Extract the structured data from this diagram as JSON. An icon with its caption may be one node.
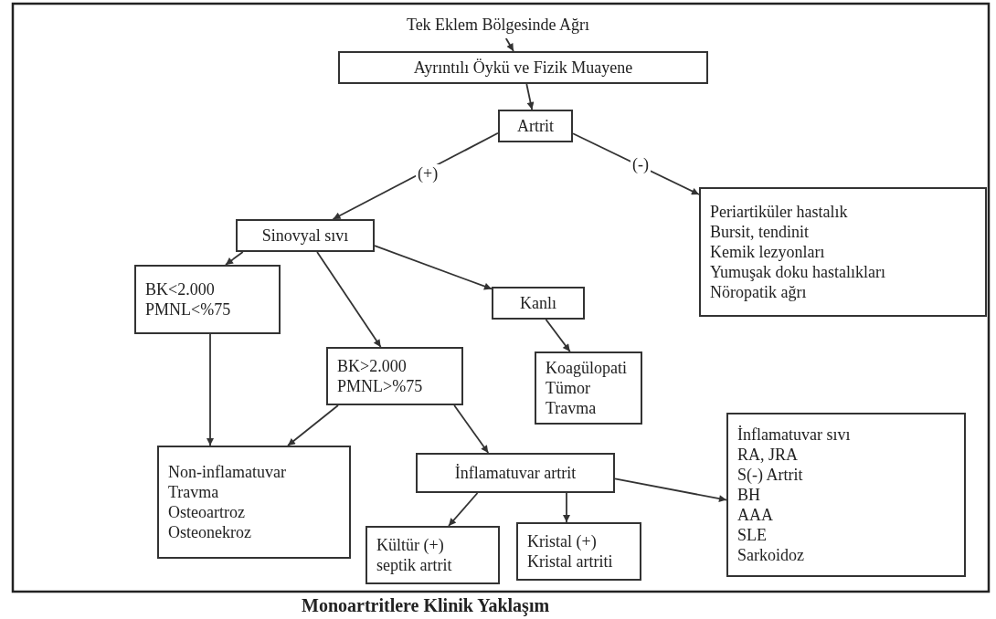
{
  "diagram": {
    "caption": "Monoartritlere Klinik Yaklaşım",
    "nodes": [
      {
        "text": [
          "Tek Eklem Bölgesinde Ağrı"
        ]
      },
      {
        "text": [
          "Ayrıntılı Öykü ve Fizik Muayene"
        ]
      },
      {
        "text": [
          "Artrit"
        ]
      },
      {
        "text": [
          "Sinovyal sıvı"
        ]
      },
      {
        "text": [
          "Periartiküler hastalık",
          "Bursit, tendinit",
          "Kemik lezyonları",
          "Yumuşak doku hastalıkları",
          "Nöropatik ağrı"
        ]
      },
      {
        "text": [
          "Kanlı"
        ]
      },
      {
        "text": [
          "BK<2.000",
          "PMNL<%75"
        ]
      },
      {
        "text": [
          "BK>2.000",
          "PMNL>%75"
        ]
      },
      {
        "text": [
          "Koagülopati",
          "Tümor",
          "Travma"
        ]
      },
      {
        "text": [
          "İnflamatuvar sıvı",
          "RA, JRA",
          "S(-) Artrit",
          "BH",
          "AAA",
          "SLE",
          "Sarkoidoz"
        ]
      },
      {
        "text": [
          "Non-inflamatuvar",
          "Travma",
          "Osteoartroz",
          "Osteonekroz"
        ]
      },
      {
        "text": [
          "İnflamatuvar artrit"
        ]
      },
      {
        "text": [
          "Kültür (+)",
          "septik artrit"
        ]
      },
      {
        "text": [
          "Kristal (+)",
          "Kristal artriti"
        ]
      }
    ],
    "edges": [
      {
        "from": 0,
        "to": 1,
        "arrow": "to"
      },
      {
        "from": 1,
        "to": 2,
        "arrow": "to"
      },
      {
        "from": 2,
        "to": 3,
        "arrow": "to",
        "label": "(+)"
      },
      {
        "from": 2,
        "to": 4,
        "arrow": "to",
        "label": "(-)"
      },
      {
        "from": 3,
        "to": 6,
        "arrow": "to"
      },
      {
        "from": 3,
        "to": 7,
        "arrow": "to"
      },
      {
        "from": 3,
        "to": 5,
        "arrow": "to"
      },
      {
        "from": 5,
        "to": 8,
        "arrow": "to"
      },
      {
        "from": 6,
        "to": 10,
        "arrow": "to"
      },
      {
        "from": 7,
        "to": 10,
        "arrow": "to"
      },
      {
        "from": 7,
        "to": 11,
        "arrow": "to"
      },
      {
        "from": 11,
        "to": 12,
        "arrow": "to"
      },
      {
        "from": 11,
        "to": 13,
        "arrow": "to"
      },
      {
        "from": 11,
        "to": 9,
        "arrow": "to"
      }
    ]
  }
}
